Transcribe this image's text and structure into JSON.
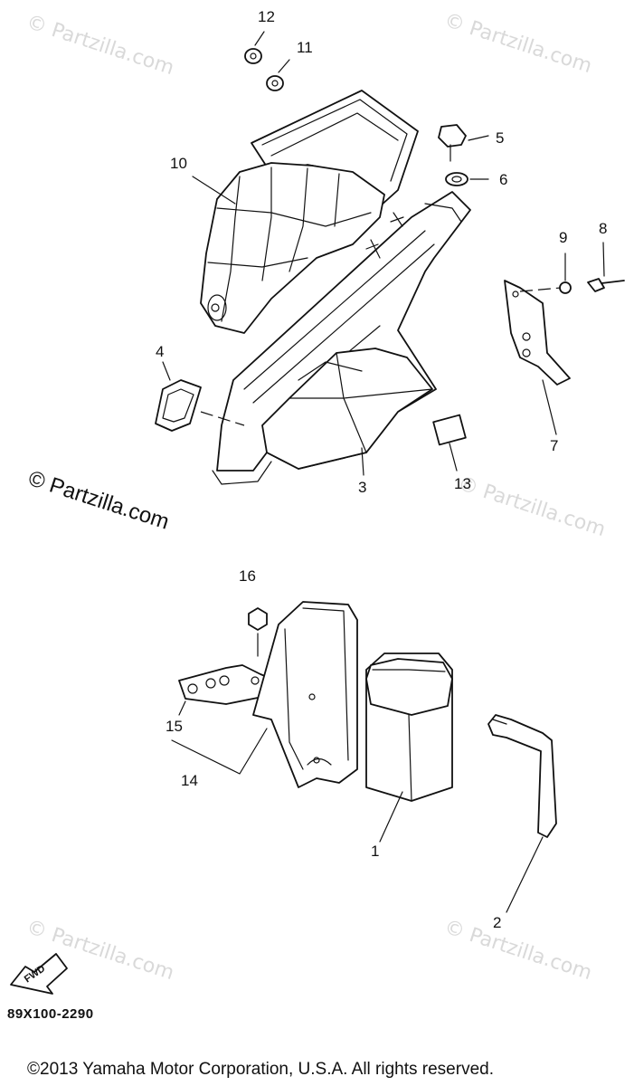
{
  "diagram": {
    "part_numbers": [
      {
        "id": "p1",
        "label": "1"
      },
      {
        "id": "p2",
        "label": "2"
      },
      {
        "id": "p3",
        "label": "3"
      },
      {
        "id": "p4",
        "label": "4"
      },
      {
        "id": "p5",
        "label": "5"
      },
      {
        "id": "p6",
        "label": "6"
      },
      {
        "id": "p7",
        "label": "7"
      },
      {
        "id": "p8",
        "label": "8"
      },
      {
        "id": "p9",
        "label": "9"
      },
      {
        "id": "p10",
        "label": "10"
      },
      {
        "id": "p11",
        "label": "11"
      },
      {
        "id": "p12",
        "label": "12"
      },
      {
        "id": "p13",
        "label": "13"
      },
      {
        "id": "p14",
        "label": "14"
      },
      {
        "id": "p15",
        "label": "15"
      },
      {
        "id": "p16",
        "label": "16"
      }
    ],
    "watermark": "© Partzilla.com",
    "fwd_label": "FWD",
    "diagram_code": "89X100-2290",
    "copyright": "©2013 Yamaha Motor Corporation, U.S.A. All rights reserved."
  }
}
